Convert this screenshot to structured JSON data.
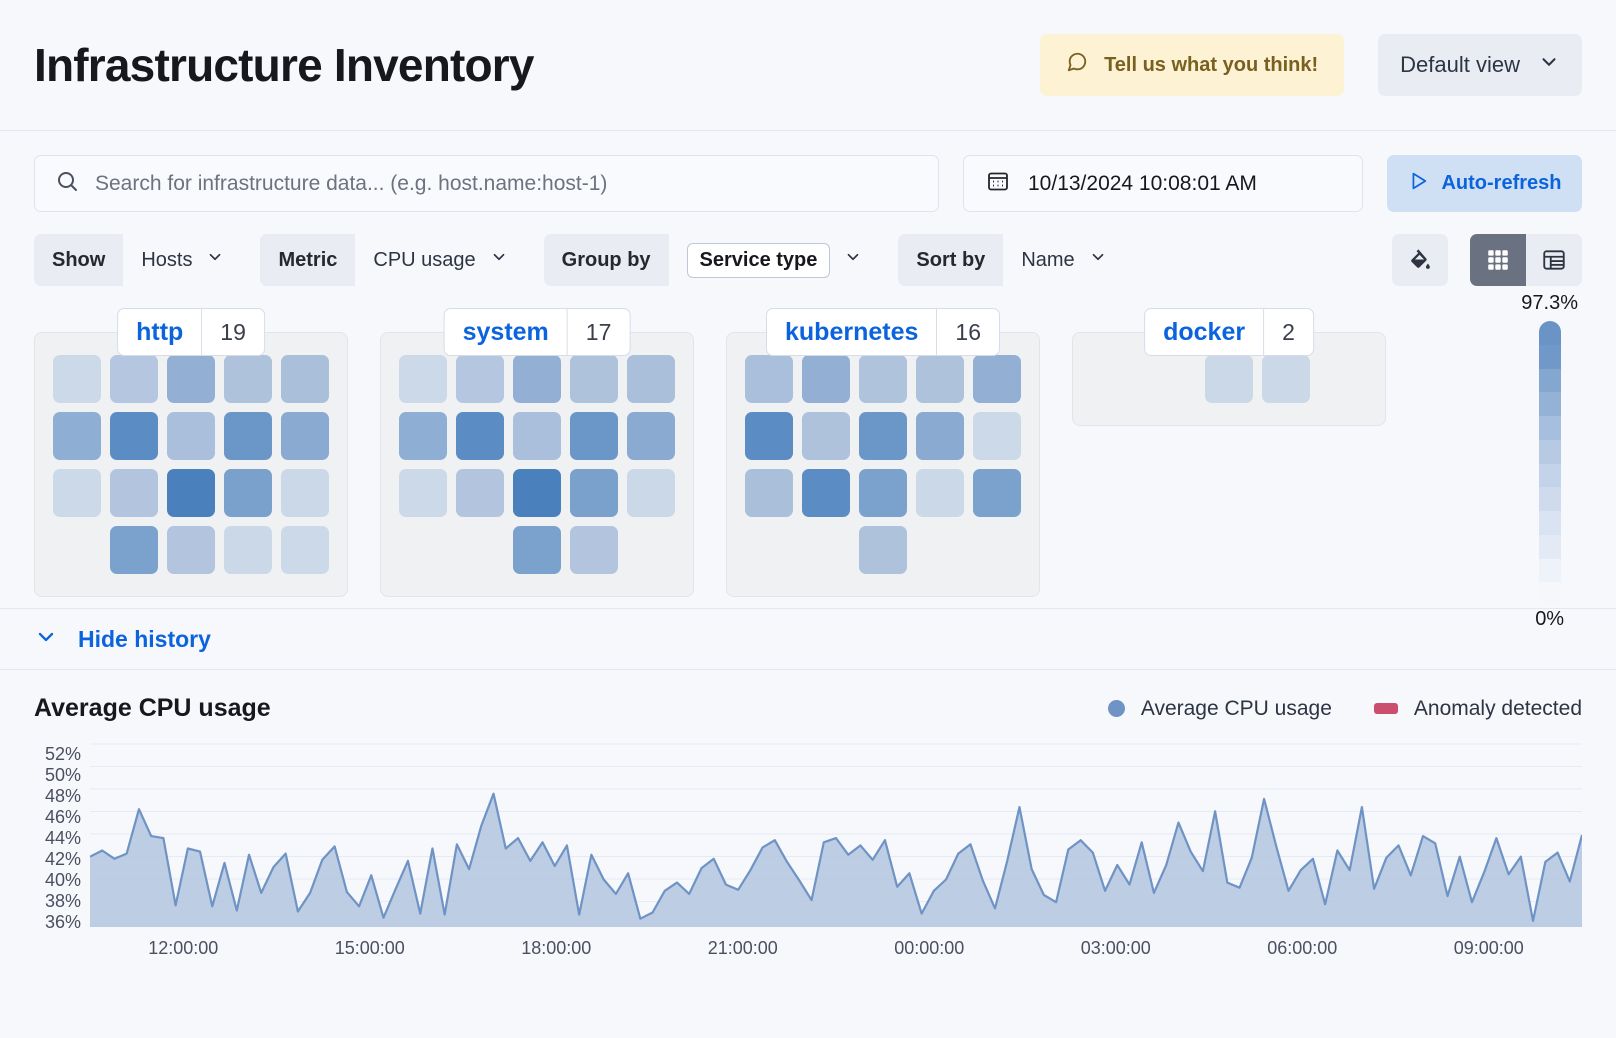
{
  "header": {
    "title": "Infrastructure Inventory",
    "feedback_label": "Tell us what you think!",
    "feedback_icon": "comment-icon",
    "view_label": "Default view",
    "view_icon": "chevron-down-icon"
  },
  "search": {
    "placeholder": "Search for infrastructure data... (e.g. host.name:host-1)",
    "value": "",
    "icon": "search-icon"
  },
  "datepicker": {
    "value": "10/13/2024 10:08:01 AM",
    "icon": "calendar-icon"
  },
  "autorefresh": {
    "label": "Auto-refresh",
    "icon": "play-icon"
  },
  "controls": [
    {
      "label": "Show",
      "value": "Hosts",
      "boxed": false,
      "icon": "chevron-down-icon"
    },
    {
      "label": "Metric",
      "value": "CPU usage",
      "boxed": false,
      "icon": "chevron-down-icon"
    },
    {
      "label": "Group by",
      "value": "Service type",
      "boxed": true,
      "icon": "chevron-down-icon"
    },
    {
      "label": "Sort by",
      "value": "Name",
      "boxed": false,
      "icon": "chevron-down-icon"
    }
  ],
  "view_toggles": {
    "palette_icon": "paint-fill-icon",
    "grid_icon": "grid-view-icon",
    "table_icon": "table-view-icon",
    "active": "grid"
  },
  "legend_scale": {
    "max_label": "97.3%",
    "min_label": "0%",
    "colors": [
      "#6a94c6",
      "#7099c9",
      "#84a7d0",
      "#93b2d6",
      "#a6bfde",
      "#b6cae4",
      "#c3d3e9",
      "#cfdbed",
      "#dae3f1",
      "#e3eaf5",
      "#eef2f9",
      "#f5f7fb"
    ]
  },
  "groups": [
    {
      "name": "http",
      "count": "19",
      "cells": [
        "#ccd9e8",
        "#b5c7e0",
        "#93b0d4",
        "#aec2dc",
        "#a9bfda",
        "#8faed3",
        "#5b8cc3",
        "#aabfdb",
        "#6a97c8",
        "#8aaad1",
        "#ccd9e8",
        "#b2c4de",
        "#4a81bd",
        "#7aa1cc",
        "#cbd8e8",
        "#7ba2cd",
        "#b2c4de",
        "#cbd8e8",
        "#ccd9e8"
      ]
    },
    {
      "name": "system",
      "count": "17",
      "cells": [
        "#ccd9e8",
        "#b5c7e0",
        "#93b0d4",
        "#aec2dc",
        "#a9bfda",
        "#8faed3",
        "#5b8cc3",
        "#aabfdb",
        "#6a97c8",
        "#8aaad1",
        "#ccd9e8",
        "#b2c4de",
        "#4a81bd",
        "#7aa1cc",
        "#cbd8e8",
        "#7ba2cd",
        "#b2c4de"
      ]
    },
    {
      "name": "kubernetes",
      "count": "16",
      "cells": [
        "#aabfdb",
        "#93b0d4",
        "#b0c3dd",
        "#aec2dc",
        "#93b0d4",
        "#5b8cc3",
        "#aec2dc",
        "#6a97c8",
        "#8aaad1",
        "#ccd9e8",
        "#a9bfda",
        "#5b8cc3",
        "#7ba2cd",
        "#cbd8e8",
        "#7ba2cd",
        "#aec2dc"
      ]
    },
    {
      "name": "docker",
      "count": "2",
      "cells": [
        "#cbd8e8",
        "#cbd8e8"
      ]
    }
  ],
  "history": {
    "toggle_label": "Hide history",
    "icon": "chevron-down-icon"
  },
  "chart_data": {
    "type": "area",
    "title": "Average CPU usage",
    "xlabel": "",
    "ylabel": "",
    "grid": true,
    "legend_position": "top-right",
    "legend": [
      {
        "name": "Average CPU usage",
        "color": "#6e93c4",
        "marker": "dot"
      },
      {
        "name": "Anomaly detected",
        "color": "#cc4e6e",
        "marker": "square"
      }
    ],
    "ytick_labels": [
      "52%",
      "50%",
      "48%",
      "46%",
      "44%",
      "42%",
      "40%",
      "38%",
      "36%"
    ],
    "ylim": [
      35,
      53
    ],
    "xtick_labels": [
      "12:00:00",
      "15:00:00",
      "18:00:00",
      "21:00:00",
      "00:00:00",
      "03:00:00",
      "06:00:00",
      "09:00:00"
    ],
    "series": [
      {
        "name": "Average CPU usage",
        "color": "#6e93c4",
        "fill": "#b3c6de",
        "values": [
          41.8,
          42.4,
          41.6,
          42.1,
          46.4,
          43.8,
          43.6,
          37.1,
          42.6,
          42.3,
          37.0,
          41.2,
          36.6,
          42.0,
          38.3,
          40.8,
          42.1,
          36.5,
          38.3,
          41.5,
          42.8,
          38.4,
          37.0,
          40.0,
          35.9,
          38.7,
          41.4,
          36.3,
          42.6,
          36.2,
          43.0,
          40.6,
          44.8,
          47.9,
          42.6,
          43.6,
          41.4,
          43.2,
          40.9,
          42.9,
          36.2,
          42.0,
          39.6,
          38.2,
          40.2,
          35.8,
          36.4,
          38.5,
          39.3,
          38.2,
          40.7,
          41.6,
          39.1,
          38.6,
          40.5,
          42.7,
          43.4,
          41.3,
          39.5,
          37.6,
          43.2,
          43.6,
          42.0,
          42.9,
          41.5,
          43.4,
          38.9,
          40.2,
          36.3,
          38.5,
          39.6,
          42.1,
          43.0,
          39.5,
          36.8,
          41.4,
          46.6,
          40.6,
          38.1,
          37.4,
          42.5,
          43.4,
          42.2,
          38.5,
          41.0,
          39.1,
          43.2,
          38.3,
          41.0,
          45.1,
          42.3,
          40.4,
          46.2,
          39.3,
          38.8,
          41.7,
          47.4,
          42.8,
          38.5,
          40.5,
          41.6,
          37.2,
          42.4,
          40.5,
          46.6,
          38.7,
          41.7,
          42.9,
          40.0,
          43.8,
          43.1,
          38.0,
          41.8,
          37.4,
          40.3,
          43.6,
          40.1,
          41.8,
          35.6,
          41.3,
          42.2,
          39.4,
          43.9
        ]
      }
    ],
    "anomalies": []
  }
}
